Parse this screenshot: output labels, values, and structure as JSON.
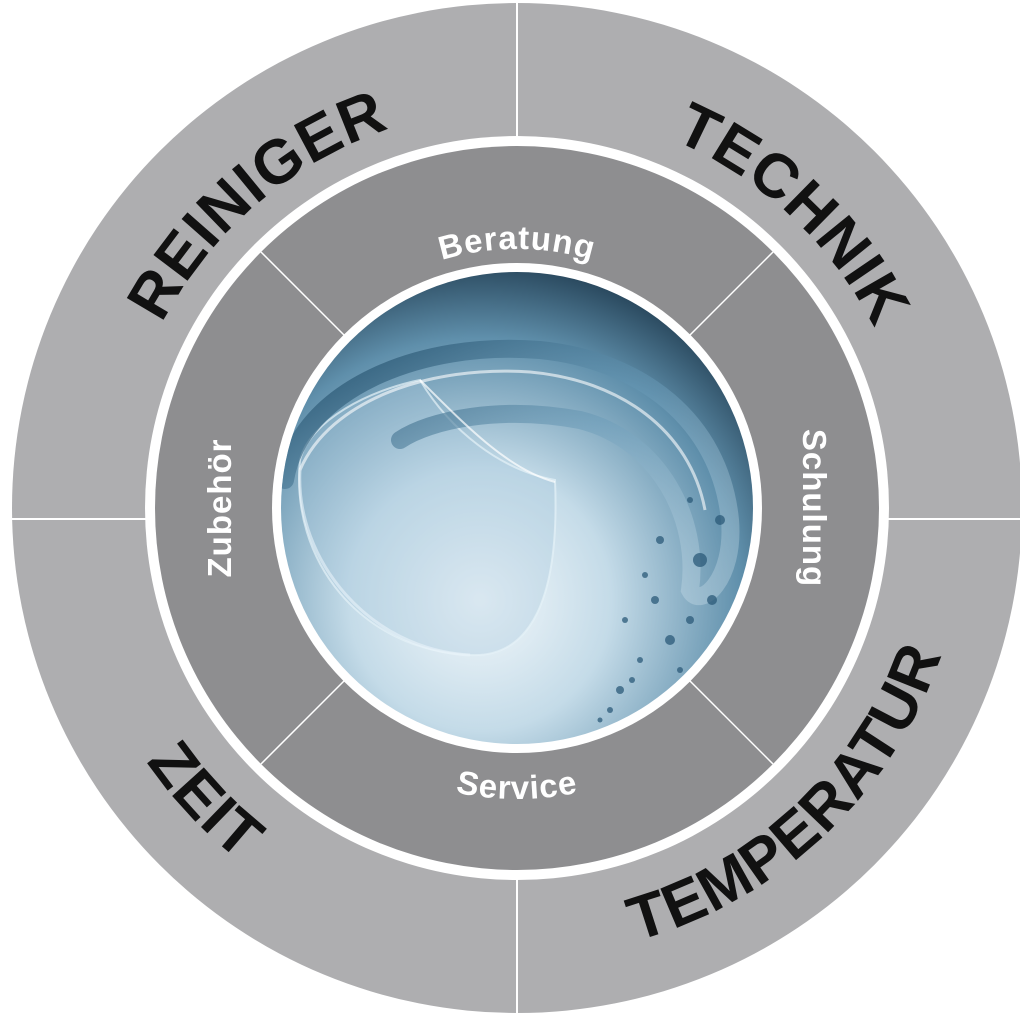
{
  "outer_ring": {
    "labels": {
      "reiniger": "REINIGER",
      "technik": "TECHNIK",
      "temperatur": "TEMPERATUR",
      "zeit": "ZEIT"
    },
    "color": "#aeaeb0"
  },
  "inner_ring": {
    "labels": {
      "beratung": "Beratung",
      "schulung": "Schulung",
      "service": "Service",
      "zubehoer": "Zubehör"
    },
    "color": "#8e8e90"
  },
  "center": {
    "image": "water-splash"
  }
}
